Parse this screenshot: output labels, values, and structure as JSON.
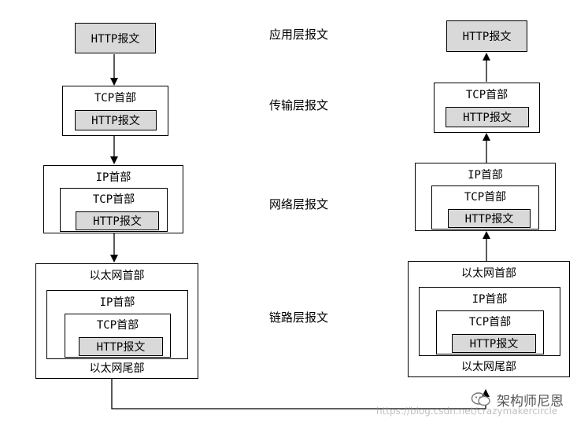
{
  "layers": {
    "application": "应用层报文",
    "transport": "传输层报文",
    "network": "网络层报文",
    "link": "链路层报文"
  },
  "labels": {
    "http": "HTTP报文",
    "tcp_header": "TCP首部",
    "ip_header": "IP首部",
    "eth_header": "以太网首部",
    "eth_trailer": "以太网尾部"
  },
  "watermark": {
    "brand": "架构师尼恩",
    "url": "https://blog.csdn.net/crazymakercircle"
  }
}
